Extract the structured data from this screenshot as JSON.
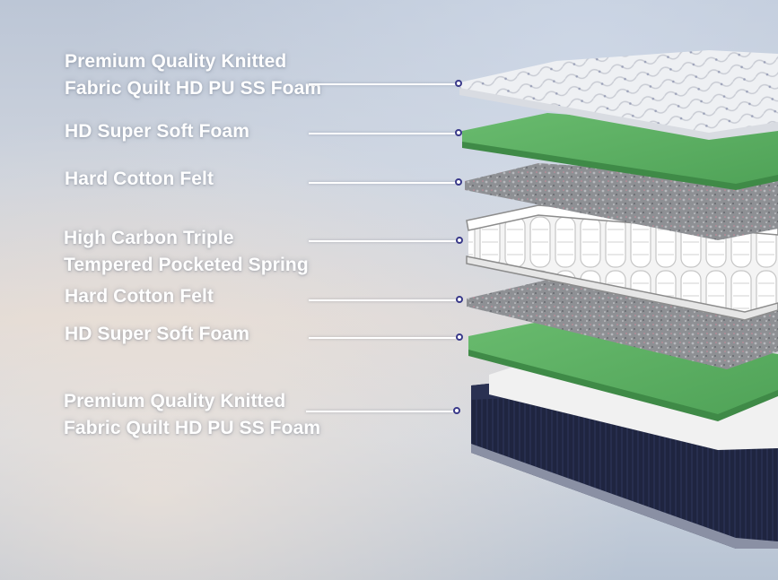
{
  "layers": [
    {
      "lines": [
        "Premium Quality Knitted",
        "Fabric Quilt  HD PU SS Foam"
      ]
    },
    {
      "lines": [
        "HD Super Soft Foam"
      ]
    },
    {
      "lines": [
        "Hard Cotton Felt"
      ]
    },
    {
      "lines": [
        "High Carbon Triple",
        "Tempered Pocketed Spring"
      ]
    },
    {
      "lines": [
        "Hard Cotton Felt"
      ]
    },
    {
      "lines": [
        "HD Super Soft Foam"
      ]
    },
    {
      "lines": [
        "Premium Quality Knitted",
        "Fabric Quilt  HD PU SS Foam"
      ]
    }
  ],
  "colors": {
    "label_text": "#ffffff",
    "connector_dot_border": "#3a3a8a",
    "foam_green": "#5cae62",
    "quilt_white": "#eef0f3",
    "felt_grey": "#8a8c90",
    "spring_white": "#f4f4f4",
    "base_navy": "#1f2540"
  }
}
